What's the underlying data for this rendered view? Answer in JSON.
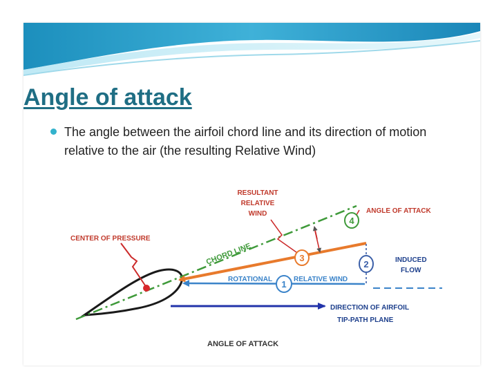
{
  "slide": {
    "title": "Angle of attack",
    "bullet": "The angle between the airfoil chord line and its direction of motion relative to the air (the resulting Relative Wind)"
  },
  "figure": {
    "resultant_line1": "RESULTANT",
    "resultant_line2": "RELATIVE",
    "resultant_line3": "WIND",
    "angle_of_attack_label": "ANGLE OF ATTACK",
    "center_of_pressure": "CENTER OF PRESSURE",
    "chord_line": "CHORD LINE",
    "induced_line1": "INDUCED",
    "induced_line2": "FLOW",
    "rotational": "ROTATIONAL",
    "relative_wind": "RELATIVE WIND",
    "direction_line1": "DIRECTION OF AIRFOIL",
    "direction_line2": "TIP-PATH PLANE",
    "caption": "ANGLE OF ATTACK",
    "markers": [
      "1",
      "2",
      "3",
      "4"
    ],
    "colors": {
      "chord": "#3f9a3a",
      "resultant": "#e87a2c",
      "rotational": "#3a83c9",
      "direction": "#2233aa",
      "callout": "#cc2a2a",
      "label_red": "#c0392b",
      "label_blue": "#1d3f8c"
    }
  }
}
